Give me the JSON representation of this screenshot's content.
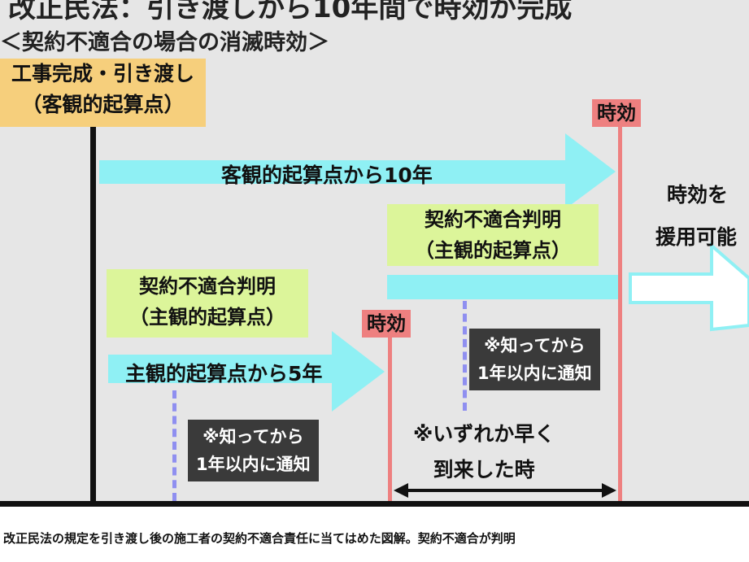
{
  "header": {
    "main_title": "改正民法：引き渡しから10年間で時効が完成",
    "subtitle": "＜契約不適合の場合の消滅時効＞"
  },
  "start_box": {
    "line1": "工事完成・引き渡し",
    "line2": "（客観的起算点）"
  },
  "labels": {
    "jikou_right": "時効",
    "jikou_mid": "時効",
    "arrow_10y": "客観的起算点から10年",
    "arrow_5y": "主観的起算点から5年",
    "right_note_line1": "時効を",
    "right_note_line2": "援用可能"
  },
  "green_right": {
    "line1": "契約不適合判明",
    "line2": "（主観的起算点）"
  },
  "green_left": {
    "line1": "契約不適合判明",
    "line2": "（主観的起算点）"
  },
  "note_right": {
    "line1": "※知ってから",
    "line2": "1年以内に通知"
  },
  "note_left": {
    "line1": "※知ってから",
    "line2": "1年以内に通知"
  },
  "earliest_note": {
    "line1": "※いずれか早く",
    "line2": "到来した時"
  },
  "caption": "改正民法の規定を引き渡し後の施工者の契約不適合責任に当てはめた図解。契約不適合が判明",
  "colors": {
    "yellow": "#f6cf7c",
    "cyan": "#8ff0f4",
    "green": "#dcf59a",
    "red": "#ee8080",
    "dash": "#8f8ff0",
    "dark": "#3a3a3a"
  }
}
